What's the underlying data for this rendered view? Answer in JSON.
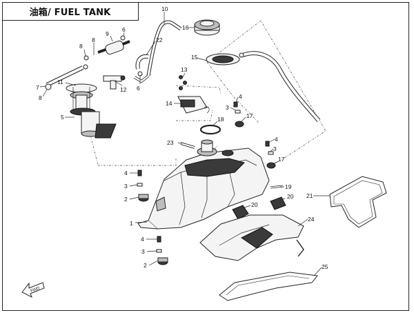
{
  "title": "油箱/ FUEL TANK",
  "callouts": {
    "c1": "1",
    "c2a": "2",
    "c2b": "2",
    "c3a": "3",
    "c3b": "3",
    "c3c": "3",
    "c3d": "3",
    "c4a": "4",
    "c4b": "4",
    "c4c": "4",
    "c4d": "4",
    "c5": "5",
    "c6a": "6",
    "c6b": "6",
    "c7": "7",
    "c8a": "8",
    "c8b": "8",
    "c8c": "8",
    "c9": "9",
    "c10": "10",
    "c11": "11",
    "c12": "12",
    "c13": "13",
    "c14": "14",
    "c15": "15",
    "c16": "16",
    "c17a": "17",
    "c17b": "17",
    "c18": "18",
    "c19": "19",
    "c20a": "20",
    "c20b": "20",
    "c21": "21",
    "c22": "22",
    "c23": "23",
    "c24": "24",
    "c25": "25"
  },
  "colors": {
    "line": "#222222",
    "background": "#ffffff",
    "shade": "#3a3a3a"
  },
  "icons": {
    "front_arrow": "front-direction-arrow-icon"
  }
}
